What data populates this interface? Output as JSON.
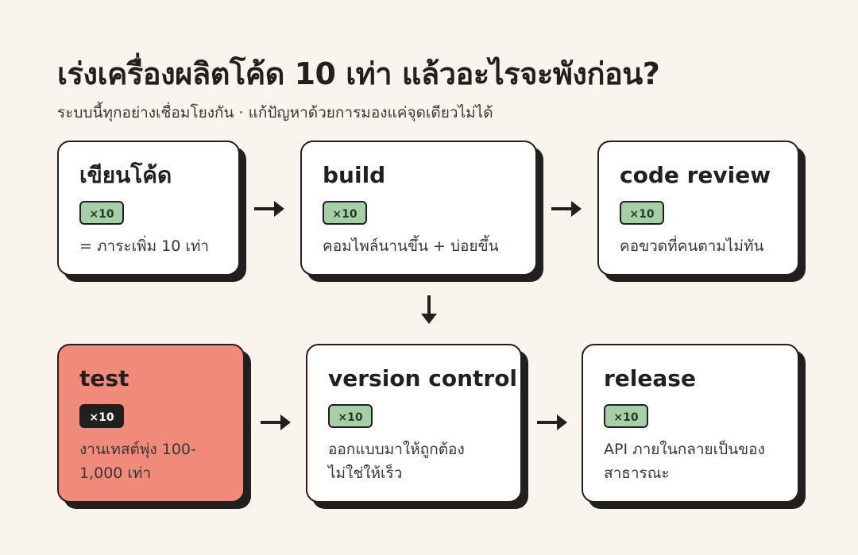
{
  "header": {
    "title": "เร่งเครื่องผลิตโค้ด 10 เท่า แล้วอะไรจะพังก่อน?",
    "subtitle": "ระบบนี้ทุกอย่างเชื่อมโยงกัน · แก้ปัญหาด้วยการมองแค่จุดเดียวไม่ได้"
  },
  "cards": [
    {
      "title": "เขียนโค้ด",
      "badge": "×10",
      "desc": "= ภาระเพิ่ม 10 เท่า"
    },
    {
      "title": "build",
      "badge": "×10",
      "desc": "คอมไพล์นานขึ้น + บ่อยขึ้น"
    },
    {
      "title": "code review",
      "badge": "×10",
      "desc": "คอขวดที่คนตามไม่ทัน"
    },
    {
      "title": "test",
      "badge": "×10",
      "desc": "งานเทสต์พุ่ง 100-1,000 เท่า",
      "highlighted": true
    },
    {
      "title": "version control",
      "badge": "×10",
      "desc": "ออกแบบมาให้ถูกต้อง ไม่ใช่ให้เร็ว"
    },
    {
      "title": "release",
      "badge": "×10",
      "desc": "API ภายในกลายเป็นของสาธารณะ"
    }
  ],
  "colors": {
    "background": "#f9f4ee",
    "card": "#ffffff",
    "highlight": "#f08b7b",
    "badge": "#a6cfa8",
    "ink": "#221f1f"
  }
}
